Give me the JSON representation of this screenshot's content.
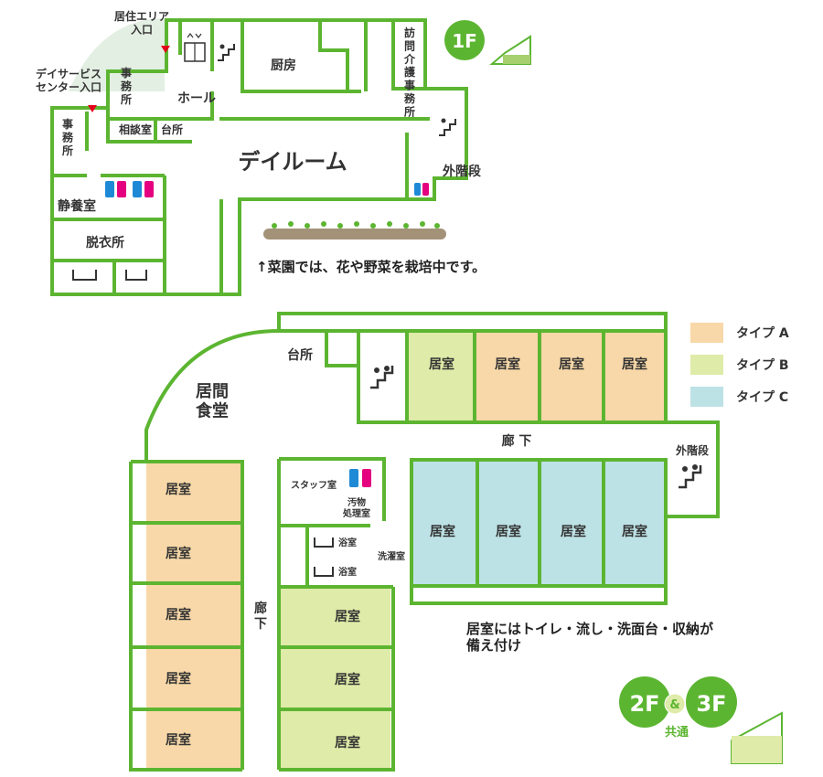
{
  "colors": {
    "wall": "#5cb531",
    "type_a": "#f8d8a8",
    "type_b": "#dfeba8",
    "type_c": "#bde2e6",
    "badge": "#5cb531",
    "entrance_marker": "#e2001a",
    "toilet_male": "#1e8ad6",
    "toilet_female": "#e4007f"
  },
  "floor1": {
    "badge": "1F",
    "entrance_residential": "居住エリア\n入口",
    "entrance_day_service": "デイサービス\nセンター入口",
    "rooms": {
      "office_top": "事\n務\n所",
      "office_left": "事\n務\n所",
      "hall": "ホール",
      "consult": "相談室",
      "kitchen_small": "台所",
      "kitchen": "厨房",
      "visiting_care": "訪\n問\n介\n護\n事\n務\n所",
      "day_room": "デイルーム",
      "outside_stairs": "外階段",
      "rest_room": "静養室",
      "dressing_room": "脱衣所"
    },
    "garden_note": "↑菜園では、花や野菜を栽培中です。"
  },
  "floor23": {
    "badge_2f": "2F",
    "badge_and": "&",
    "badge_3f": "3F",
    "common": "共通",
    "living_dining": "居間\n食堂",
    "kitchen": "台所",
    "corridor_h": "廊 下",
    "corridor_v": "廊\n下",
    "outside_stairs": "外階段",
    "staff_room": "スタッフ室",
    "soiled_room": "汚物\n処理室",
    "bath": "浴室",
    "laundry": "洗濯室",
    "room": "居室",
    "note": "居室にはトイレ・流し・洗面台・収納が\n備え付け"
  },
  "legend": [
    {
      "label": "タイプ A",
      "color": "#f8d8a8"
    },
    {
      "label": "タイプ B",
      "color": "#dfeba8"
    },
    {
      "label": "タイプ C",
      "color": "#bde2e6"
    }
  ]
}
